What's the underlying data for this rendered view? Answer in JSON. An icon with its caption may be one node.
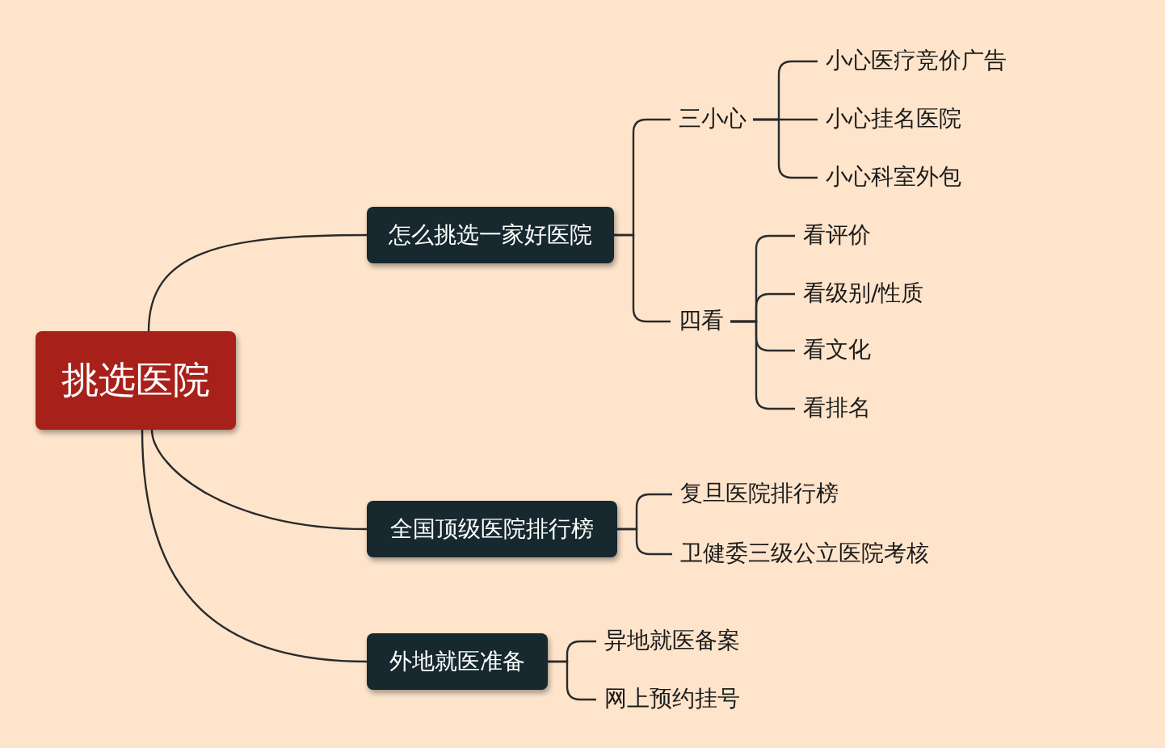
{
  "diagram": {
    "nodes": [
      {
        "text": [
          "挑选医院"
        ]
      },
      {
        "text": [
          "怎么挑选一家好医院"
        ]
      },
      {
        "text": [
          "三小心"
        ]
      },
      {
        "text": [
          "小心医疗竞价广告"
        ]
      },
      {
        "text": [
          "小心挂名医院"
        ]
      },
      {
        "text": [
          "小心科室外包"
        ]
      },
      {
        "text": [
          "四看"
        ]
      },
      {
        "text": [
          "看评价"
        ]
      },
      {
        "text": [
          "看级别/性质"
        ]
      },
      {
        "text": [
          "看文化"
        ]
      },
      {
        "text": [
          "看排名"
        ]
      },
      {
        "text": [
          "全国顶级医院排行榜"
        ]
      },
      {
        "text": [
          "复旦医院排行榜"
        ]
      },
      {
        "text": [
          "卫健委三级公立医院考核"
        ]
      },
      {
        "text": [
          "外地就医准备"
        ]
      },
      {
        "text": [
          "异地就医备案"
        ]
      },
      {
        "text": [
          "网上预约挂号"
        ]
      }
    ],
    "edges": [
      {
        "from": 0,
        "to": 1,
        "arrow": "none"
      },
      {
        "from": 0,
        "to": 11,
        "arrow": "none"
      },
      {
        "from": 0,
        "to": 14,
        "arrow": "none"
      },
      {
        "from": 1,
        "to": 2,
        "arrow": "none"
      },
      {
        "from": 1,
        "to": 6,
        "arrow": "none"
      },
      {
        "from": 2,
        "to": 3,
        "arrow": "none"
      },
      {
        "from": 2,
        "to": 4,
        "arrow": "none"
      },
      {
        "from": 2,
        "to": 5,
        "arrow": "none"
      },
      {
        "from": 6,
        "to": 7,
        "arrow": "none"
      },
      {
        "from": 6,
        "to": 8,
        "arrow": "none"
      },
      {
        "from": 6,
        "to": 9,
        "arrow": "none"
      },
      {
        "from": 6,
        "to": 10,
        "arrow": "none"
      },
      {
        "from": 11,
        "to": 12,
        "arrow": "none"
      },
      {
        "from": 11,
        "to": 13,
        "arrow": "none"
      },
      {
        "from": 14,
        "to": 15,
        "arrow": "none"
      },
      {
        "from": 14,
        "to": 16,
        "arrow": "none"
      }
    ]
  }
}
